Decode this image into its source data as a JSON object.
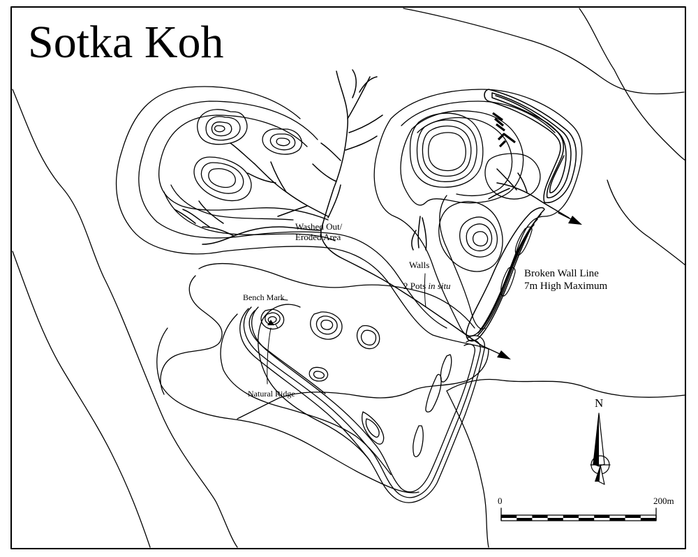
{
  "title": "Sotka Koh",
  "labels": {
    "washed_out": "Washed Out/\nEroded Area",
    "walls_line1": "Walls",
    "walls_line2_prefix": "2 Pots ",
    "walls_line2_italic": "in situ",
    "broken_wall": "Broken Wall Line\n7m High Maximum",
    "bench_mark": "Bench Mark",
    "natural_ridge": "Natural Ridge"
  },
  "north_arrow": {
    "label": "N"
  },
  "scale_bar": {
    "min_label": "0",
    "max_label": "200m",
    "segments": 10
  },
  "colors": {
    "ink": "#000000",
    "paper": "#ffffff"
  }
}
